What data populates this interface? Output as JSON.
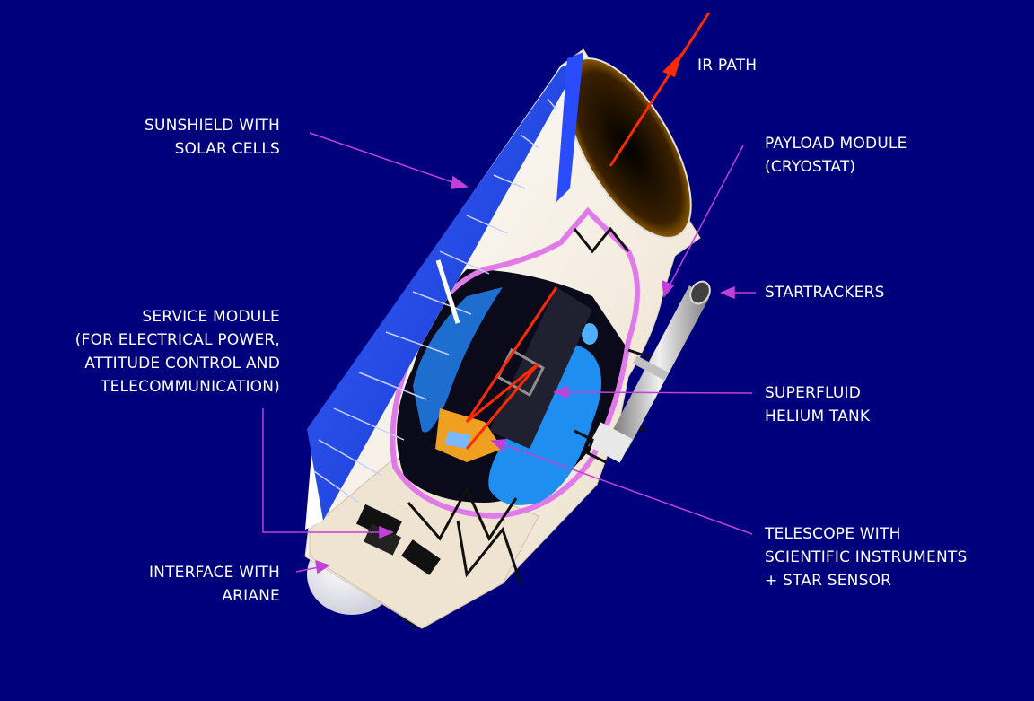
{
  "colors": {
    "background": "#00007d",
    "leader": "#c040d8",
    "ir_path": "#ff2a00",
    "solar_panel": "#1f3fe0",
    "body_white": "#f4eee4",
    "helium_tank": "#1e8ef0",
    "cryostat_outline": "#e07ae8",
    "aperture_orange": "#f0a000"
  },
  "labels": {
    "ir_path": [
      "IR PATH"
    ],
    "sunshield": [
      "SUNSHIELD WITH",
      "SOLAR CELLS"
    ],
    "payload": [
      "PAYLOAD MODULE",
      "(CRYOSTAT)"
    ],
    "startrackers": [
      "STARTRACKERS"
    ],
    "service": [
      "SERVICE MODULE",
      "(FOR ELECTRICAL POWER,",
      "ATTITUDE CONTROL AND",
      "TELECOMMUNICATION)"
    ],
    "helium": [
      "SUPERFLUID",
      "HELIUM TANK"
    ],
    "telescope": [
      "TELESCOPE WITH",
      "SCIENTIFIC INSTRUMENTS",
      "+ STAR SENSOR"
    ],
    "interface": [
      "INTERFACE WITH",
      "ARIANE"
    ]
  }
}
